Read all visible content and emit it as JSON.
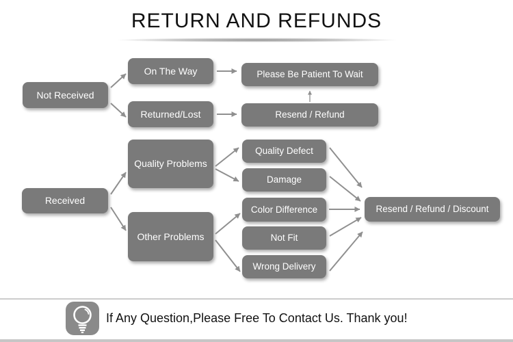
{
  "title": "RETURN AND REFUNDS",
  "nodes": {
    "not_received": "Not Received",
    "on_the_way": "On The Way",
    "returned_lost": "Returned/Lost",
    "please_wait": "Please Be Patient To Wait",
    "resend_refund": "Resend / Refund",
    "received": "Received",
    "quality_problems": "Quality Problems",
    "other_problems": "Other Problems",
    "quality_defect": "Quality Defect",
    "damage": "Damage",
    "color_difference": "Color Difference",
    "not_fit": "Not Fit",
    "wrong_delivery": "Wrong Delivery",
    "resend_refund_discount": "Resend / Refund / Discount"
  },
  "footer": {
    "icon": "lightbulb-icon",
    "message": "If Any Question,Please Free To Contact Us. Thank you!"
  },
  "colors": {
    "node_fill": "#7a7a7a",
    "node_text": "#ffffff",
    "arrow": "#8f8f8f",
    "title_text": "#111111",
    "icon_fill": "#8a8a8a"
  }
}
